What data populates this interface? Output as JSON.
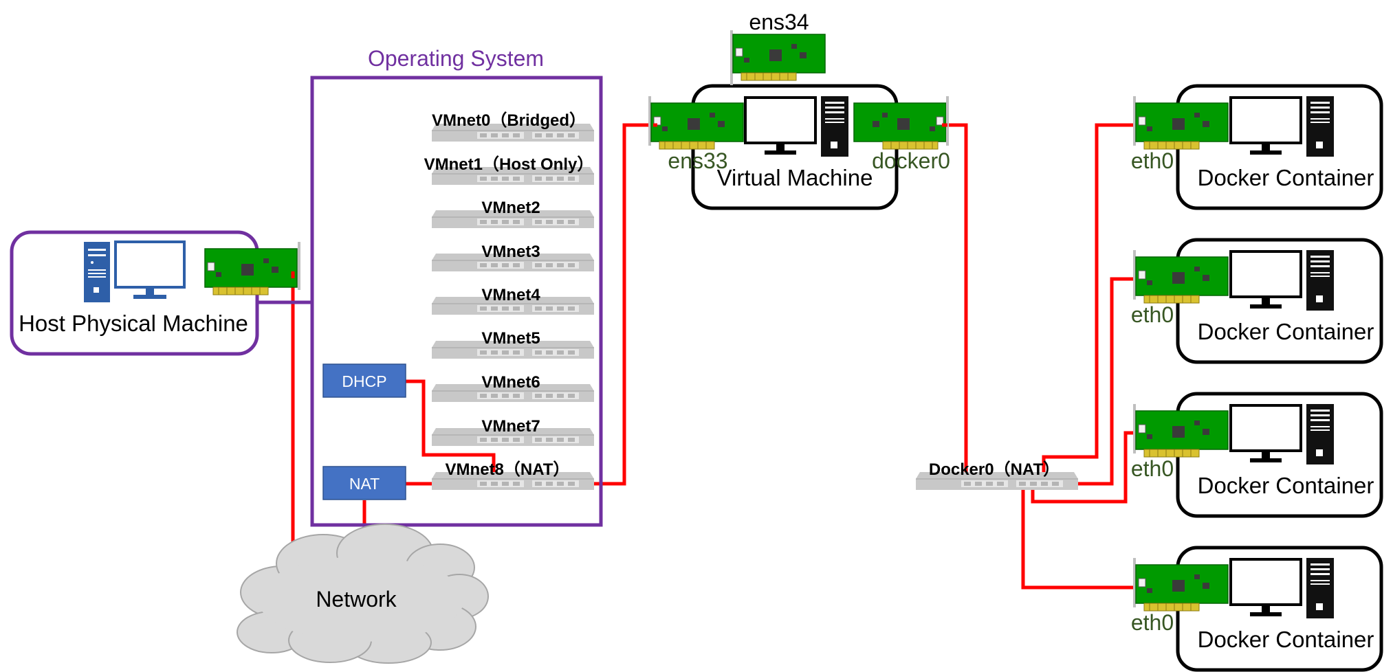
{
  "colors": {
    "os_border": "#7030a0",
    "os_title": "#7030a0",
    "cable": "#ff0000",
    "nic_board": "#009a00",
    "nic_text": "#375623",
    "service_box": "#4472c4",
    "switch": "#c8c8c8",
    "cloud": "#d9d9d9",
    "host_icon": "#2e5fa8"
  },
  "diagram": {
    "os_title": "Operating System",
    "host_label": "Host Physical Machine",
    "vm_label": "Virtual Machine",
    "network_label": "Network",
    "dhcp_label": "DHCP",
    "nat_label": "NAT",
    "switches": [
      "VMnet0（Bridged）",
      "VMnet1（Host Only）",
      "VMnet2",
      "VMnet3",
      "VMnet4",
      "VMnet5",
      "VMnet6",
      "VMnet7",
      "VMnet8（NAT）"
    ],
    "docker_switch_label": "Docker0（NAT）",
    "vm_nics": {
      "top": "ens34",
      "left": "ens33",
      "right": "docker0"
    },
    "containers": [
      {
        "label": "Docker Container",
        "nic": "eth0"
      },
      {
        "label": "Docker Container",
        "nic": "eth0"
      },
      {
        "label": "Docker Container",
        "nic": "eth0"
      },
      {
        "label": "Docker Container",
        "nic": "eth0"
      }
    ]
  }
}
